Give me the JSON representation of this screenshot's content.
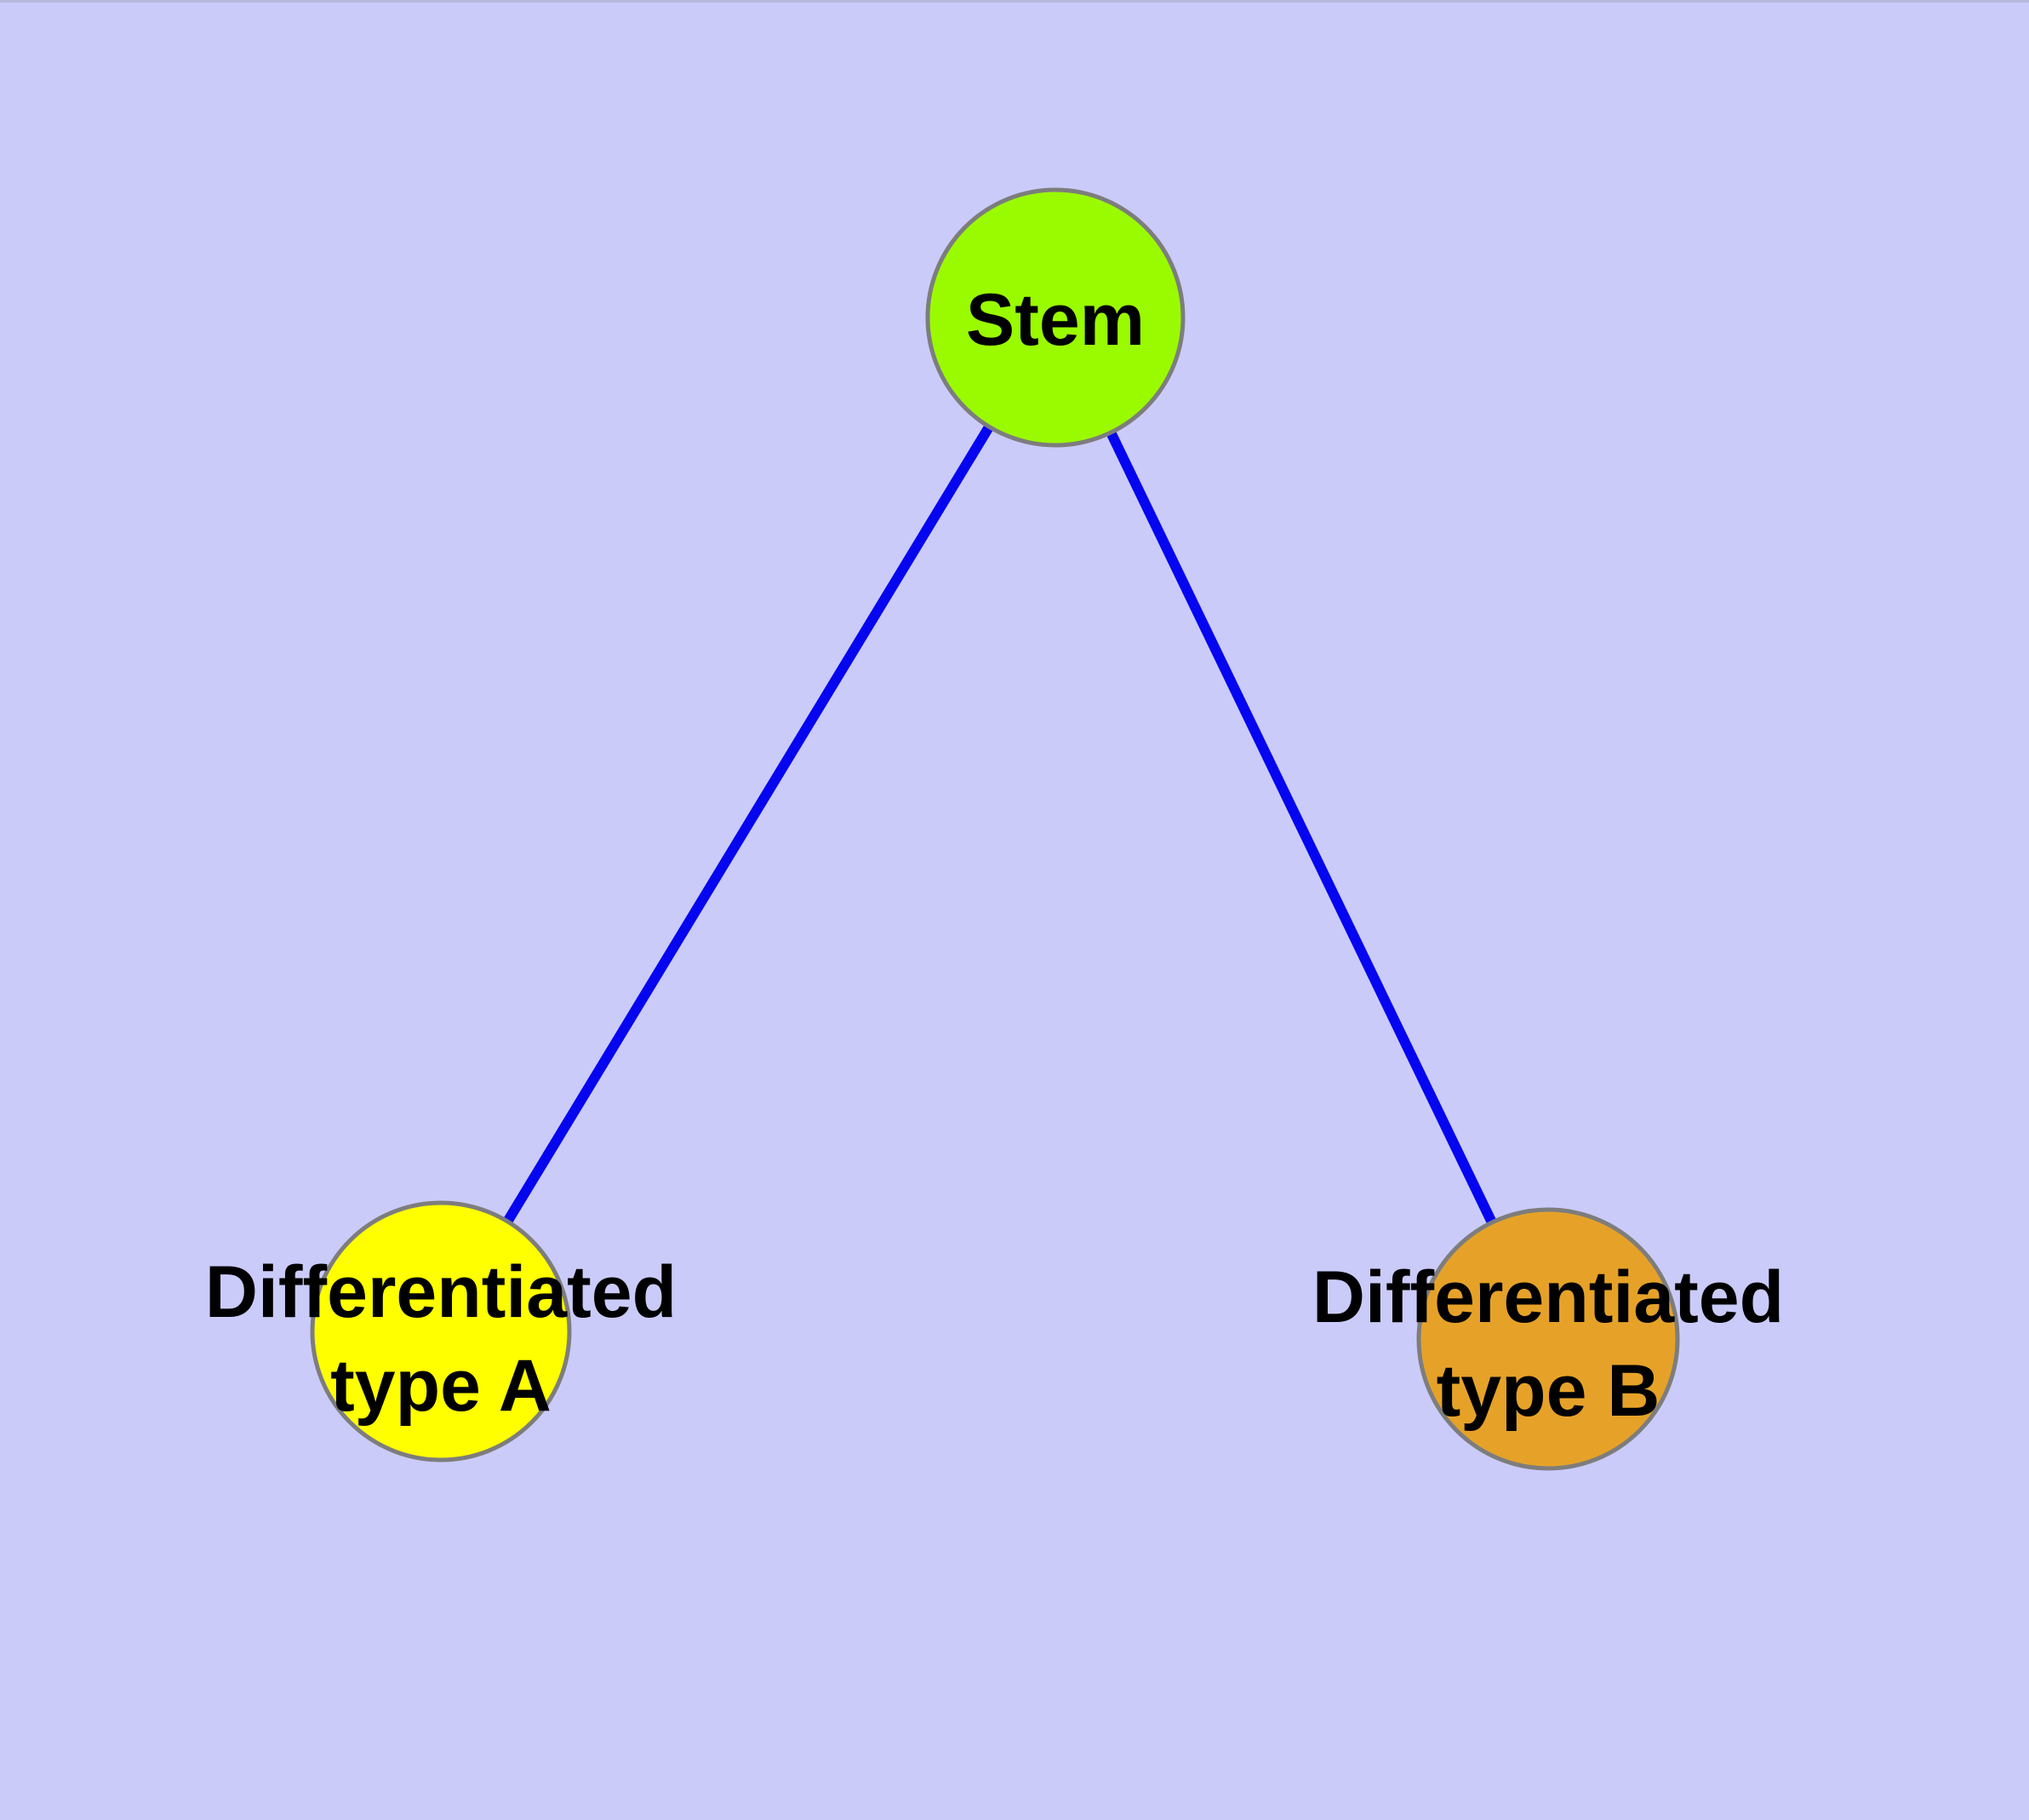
{
  "diagram": {
    "background_color": "#CBCBFA",
    "edge_color": "#0505F0",
    "node_border_color": "#7D7D7D",
    "text_color": "#000000",
    "nodes": {
      "stem": {
        "label": "Stem",
        "color": "#9AFB00"
      },
      "type_a": {
        "label": "Differentiated type A",
        "lines": [
          "Differentiated",
          "type A"
        ],
        "color": "#FFFF00"
      },
      "type_b": {
        "label": "Differentiated type B",
        "lines": [
          "Differentiated",
          "type B"
        ],
        "color": "#E6A228"
      }
    },
    "edges": [
      {
        "from": "Stem",
        "to": "Differentiated type A"
      },
      {
        "from": "Stem",
        "to": "Differentiated type B"
      }
    ]
  }
}
